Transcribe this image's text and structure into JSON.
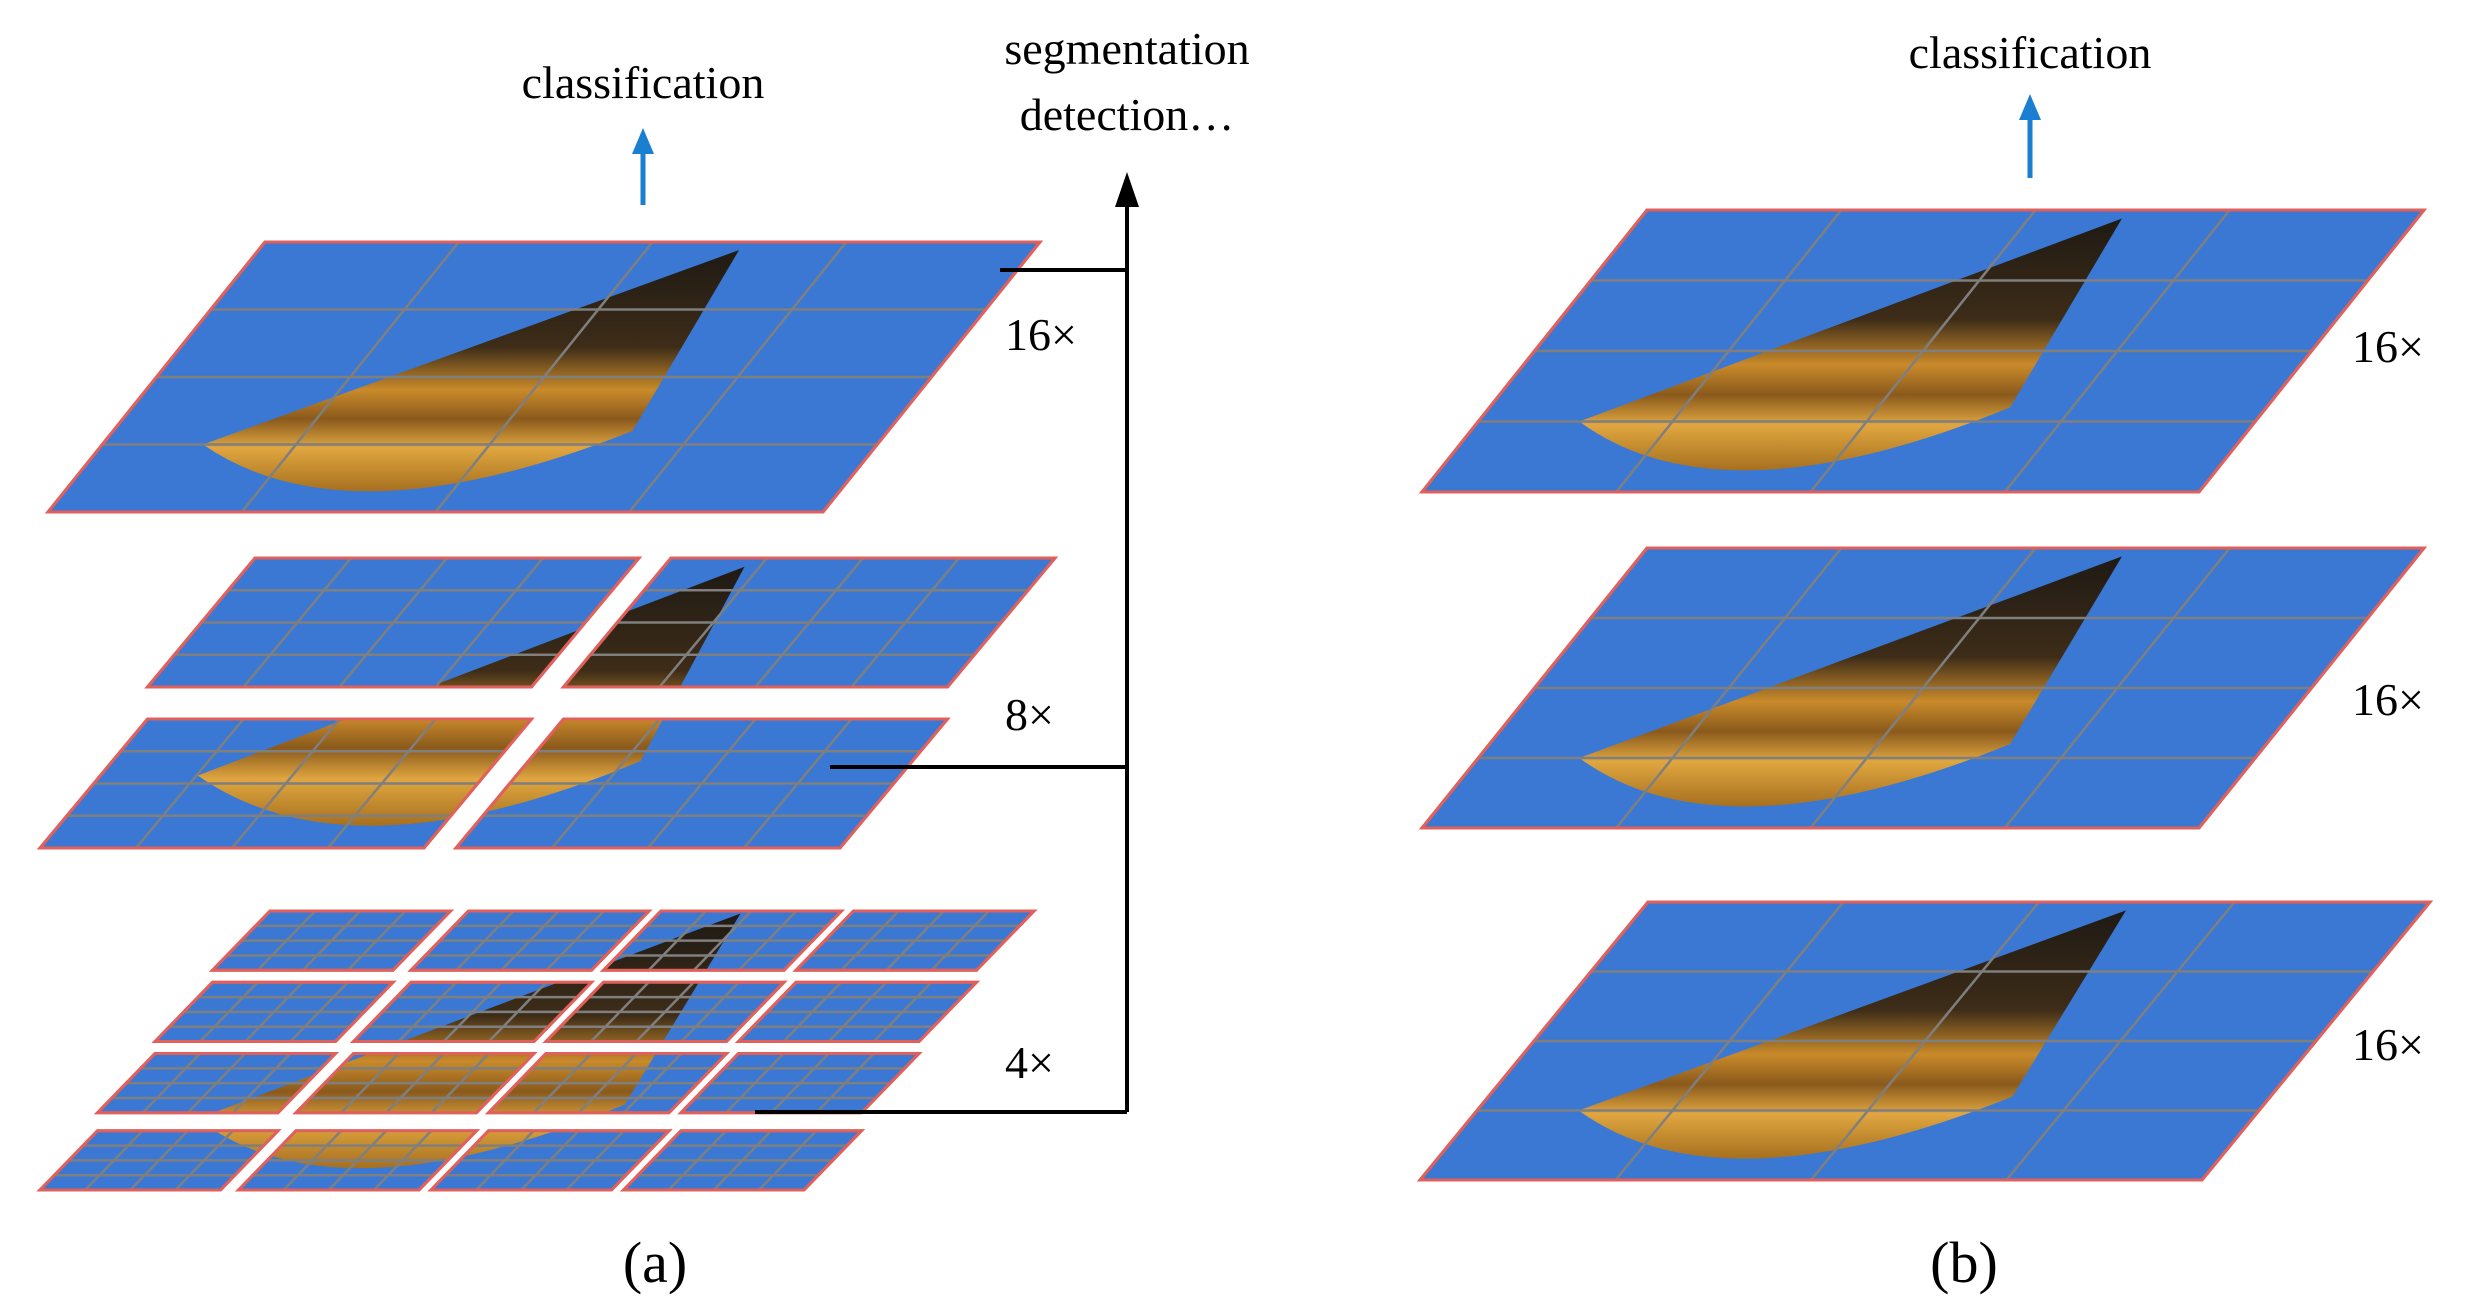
{
  "colors": {
    "patch_fill": "#3a78d4",
    "patch_border": "#e0605c",
    "grid_line": "#7f7f7f",
    "ultrasound_dark": "#2a2115",
    "ultrasound_bright": "#d79a2c",
    "up_arrow": "#1a7fd0",
    "connector": "#000000"
  },
  "panel_a": {
    "caption": "(a)",
    "output_top": "classification",
    "output_side_line1": "segmentation",
    "output_side_line2": "detection…",
    "stages": [
      {
        "label": "16×",
        "patches_per_side": 1
      },
      {
        "label": "8×",
        "patches_per_side": 2
      },
      {
        "label": "4×",
        "patches_per_side": 4
      }
    ]
  },
  "panel_b": {
    "caption": "(b)",
    "output_top": "classification",
    "stages": [
      {
        "label": "16×"
      },
      {
        "label": "16×"
      },
      {
        "label": "16×"
      }
    ]
  }
}
